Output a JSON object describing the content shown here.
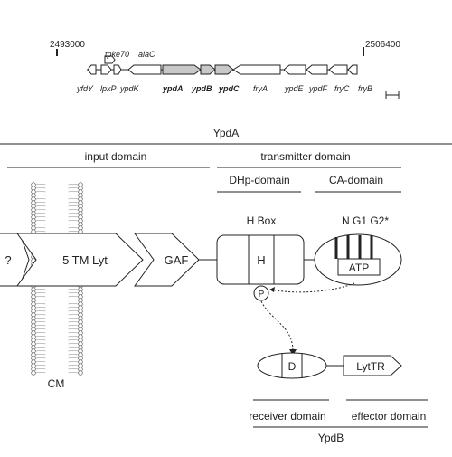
{
  "genome_map": {
    "coord_left": "2493000",
    "coord_right": "2506400",
    "genes_top": [
      "tpke70",
      "alaC"
    ],
    "genes_bottom": [
      "yfdY",
      "lpxP",
      "ypdK",
      "ypdA",
      "ypdB",
      "ypdC",
      "fryA",
      "ypdE",
      "ypdF",
      "fryC",
      "fryB"
    ]
  },
  "ypda": {
    "title": "YpdA",
    "input_domain": "input domain",
    "transmitter_domain": "transmitter domain",
    "dhp_domain": "DHp-domain",
    "ca_domain": "CA-domain",
    "h_box": "H Box",
    "box_labels": "N  G1 G2*",
    "question": "?",
    "tm": "5 TM Lyt",
    "gaf": "GAF",
    "h": "H",
    "atp": "ATP",
    "p": "P",
    "membrane": "CM"
  },
  "ypdb": {
    "d": "D",
    "lyttr": "LytTR",
    "receiver_domain": "receiver domain",
    "effector_domain": "effector domain",
    "title": "YpdB"
  },
  "colors": {
    "highlight_gene": "#c8c8c8",
    "stroke": "#222222"
  }
}
